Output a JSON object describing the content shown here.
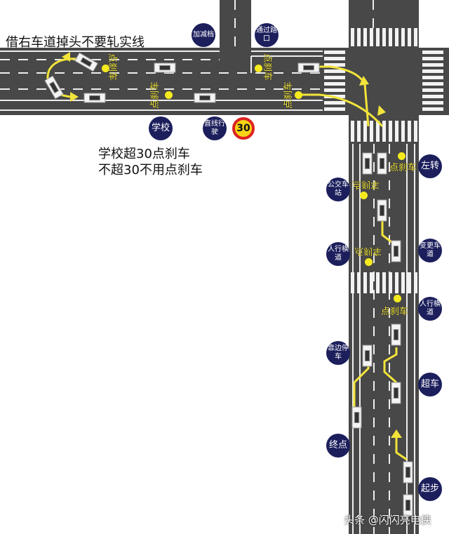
{
  "captions": {
    "u_turn": "借右车道掉头不要轧实线",
    "school_line1": "学校超30点刹车",
    "school_line2": "不超30不用点刹车"
  },
  "badges": {
    "gear": "加减档",
    "cross": "通过路口",
    "school": "学校",
    "straight": "直线行驶",
    "left_turn": "左转",
    "bus_stop": "公交车站",
    "crosswalk1": "人行横道",
    "lane_change": "变更车道",
    "crosswalk2": "人行横道",
    "pull_over": "靠边停车",
    "overtake": "超车",
    "end": "终点",
    "start": "起步"
  },
  "speed_limit": "30",
  "brake_label": "点刹车",
  "watermark": "头条 @闪闪亮电侠",
  "colors": {
    "road": "#4a4a4a",
    "badge": "#1c1f5c",
    "marker": "#f5ea1e"
  }
}
